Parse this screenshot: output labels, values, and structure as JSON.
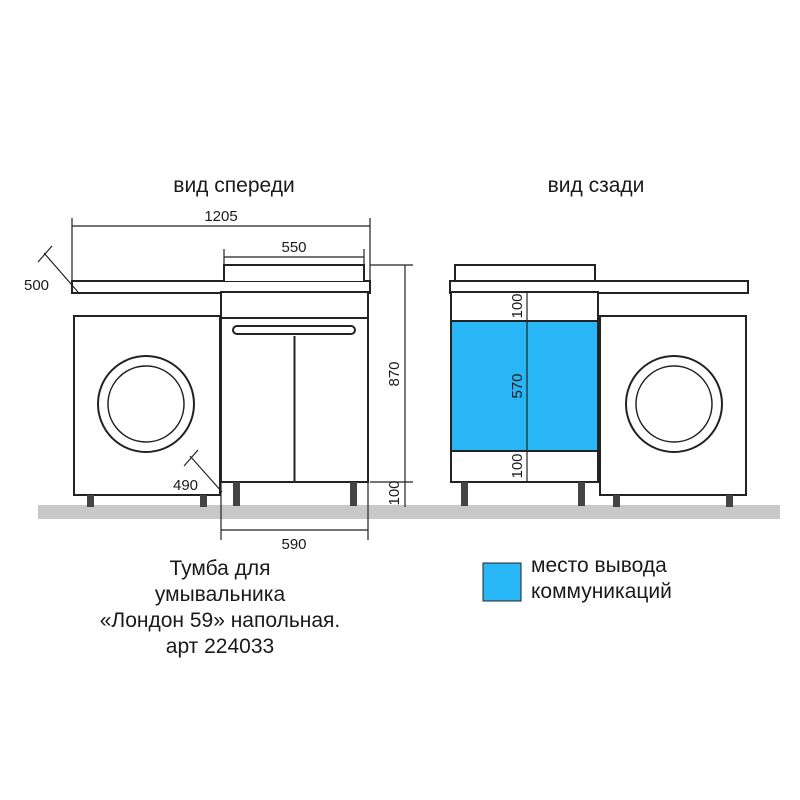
{
  "front_view": {
    "title": "вид спереди",
    "dimensions": {
      "total_width": "1205",
      "basin_width": "550",
      "depth_corner": "500",
      "height": "870",
      "leg_height": "100",
      "cabinet_depth": "490",
      "cabinet_width": "590"
    }
  },
  "back_view": {
    "title": "вид сзади",
    "dimensions": {
      "top_offset": "100",
      "zone_height": "570",
      "bottom_offset": "100"
    }
  },
  "product_caption": {
    "line1": "Тумба для",
    "line2": "умывальника",
    "line3": "«Лондон 59» напольная.",
    "line4": "арт 224033"
  },
  "legend": {
    "label_line1": "место вывода",
    "label_line2": "коммуникаций",
    "swatch_color": "#29b6f6"
  },
  "colors": {
    "outline": "#222222",
    "floor": "#c8c8c8",
    "comm_zone": "#29b6f6"
  }
}
